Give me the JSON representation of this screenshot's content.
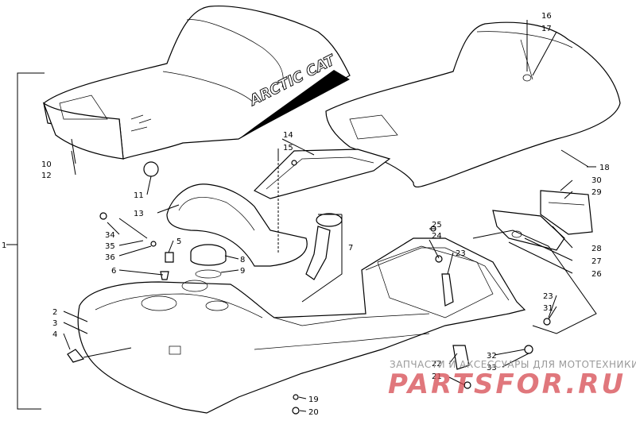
{
  "brand_text": "ARCTIC CAT",
  "watermark": {
    "caption": "ЗАПЧАСТИ И АКСЕССУАРЫ ДЛЯ МОТОТЕХНИКИ",
    "site": "PARTSFOR.RU"
  },
  "callouts": {
    "n1": "1",
    "n2": "2",
    "n3": "3",
    "n4": "4",
    "n5": "5",
    "n6": "6",
    "n7": "7",
    "n8": "8",
    "n9": "9",
    "n10": "10",
    "n11": "11",
    "n12": "12",
    "n13": "13",
    "n14": "14",
    "n15": "15",
    "n16": "16",
    "n17": "17",
    "n18": "18",
    "n19": "19",
    "n20": "20",
    "n21": "21",
    "n22": "22",
    "n23a": "23",
    "n23b": "23",
    "n24": "24",
    "n25": "25",
    "n26": "26",
    "n27": "27",
    "n28": "28",
    "n29": "29",
    "n30": "30",
    "n31": "31",
    "n32": "32",
    "n33": "33",
    "n34": "34",
    "n35": "35",
    "n36": "36"
  }
}
